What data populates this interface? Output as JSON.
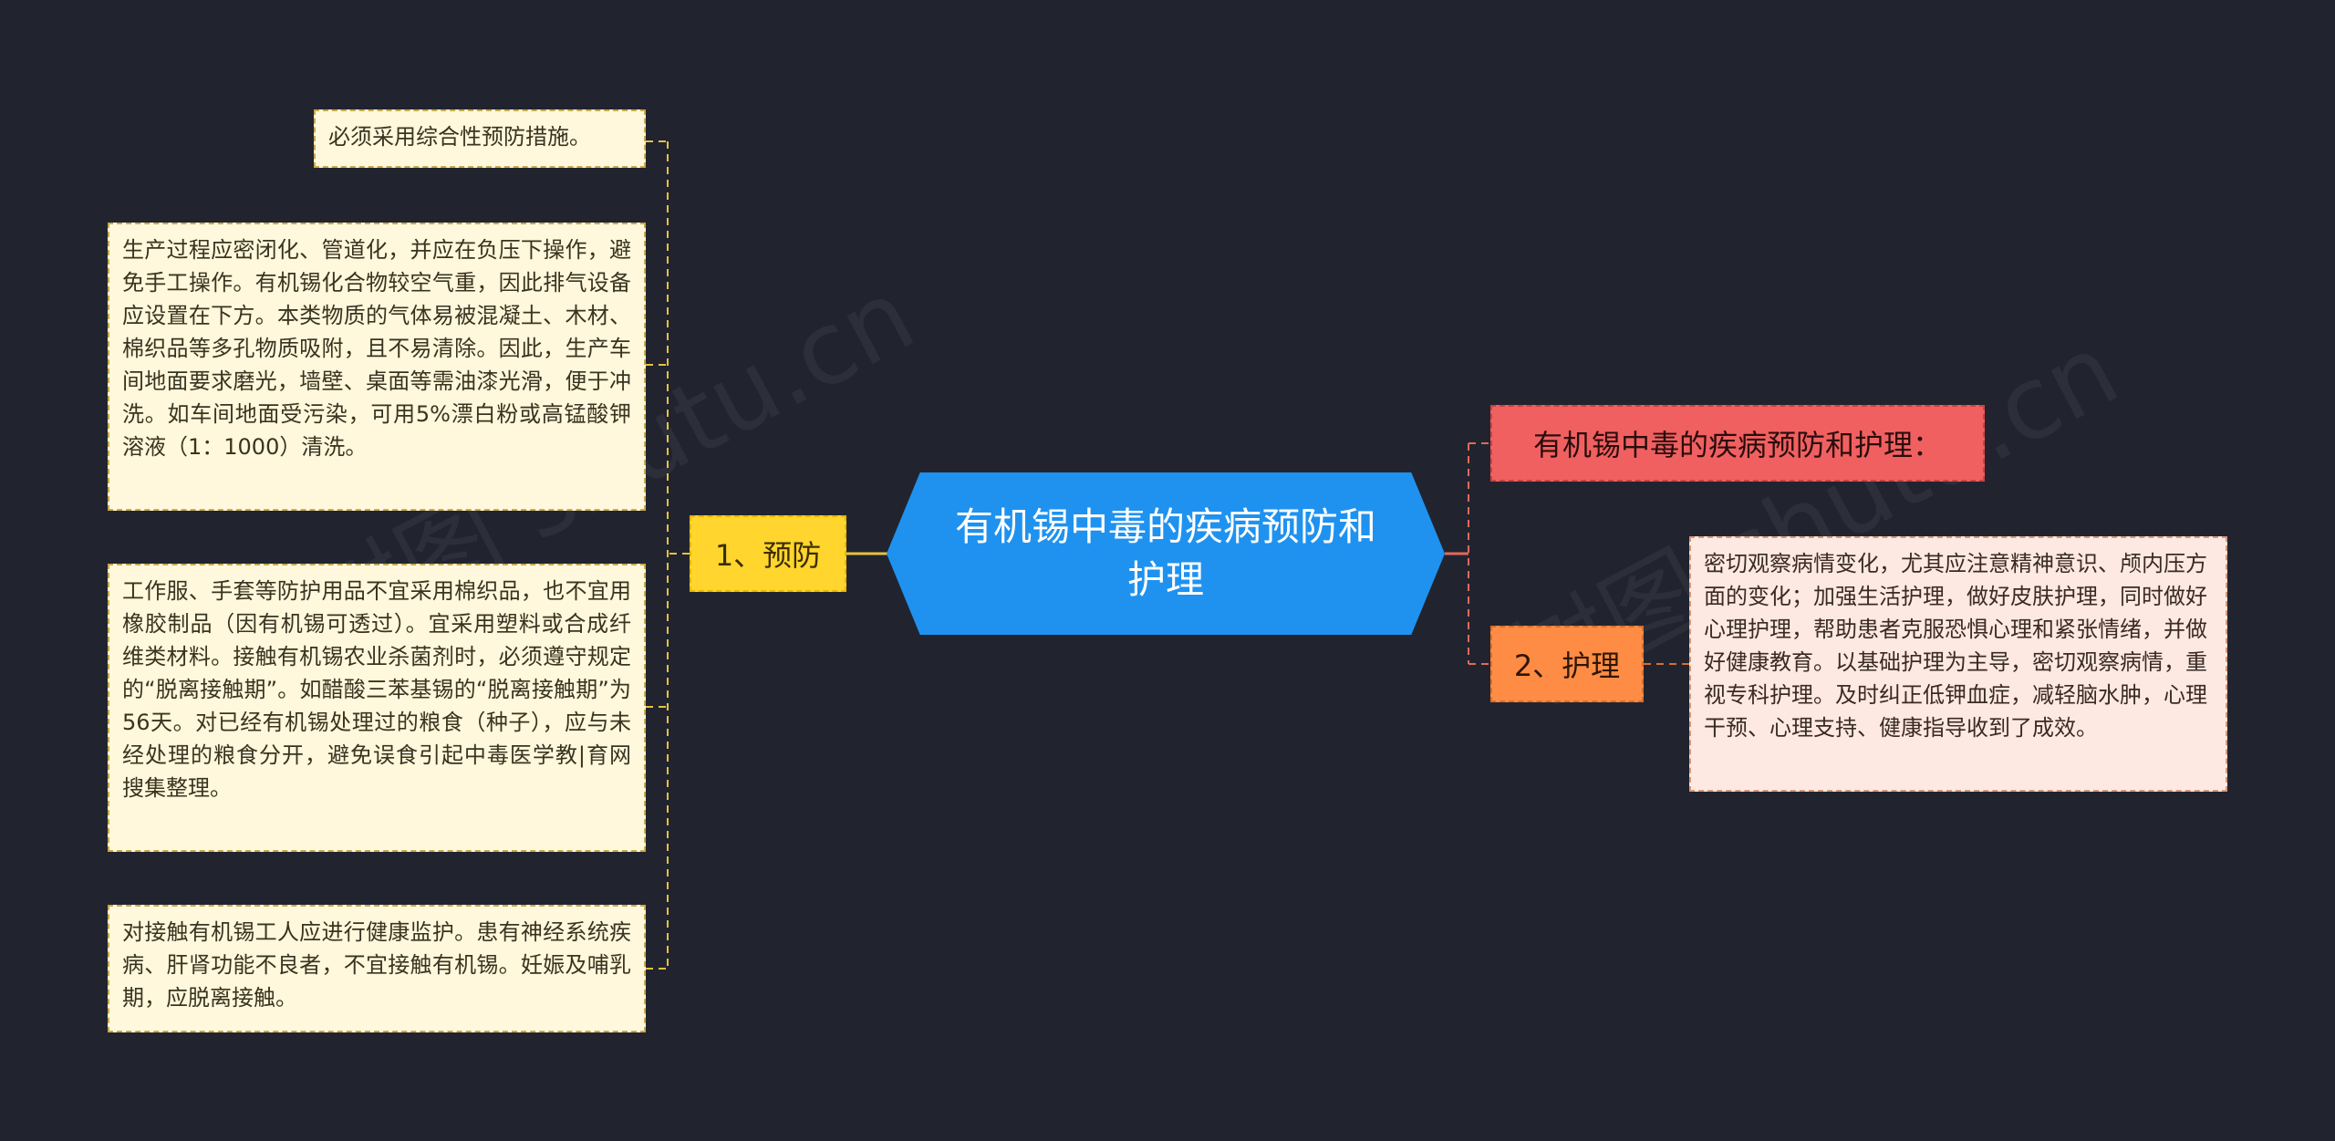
{
  "center": {
    "title": "有机锡中毒的疾病预防和护理"
  },
  "left_branch": {
    "label": "1、预防",
    "leaves": [
      "必须采用综合性预防措施。",
      "生产过程应密闭化、管道化，并应在负压下操作，避免手工操作。有机锡化合物较空气重，因此排气设备应设置在下方。本类物质的气体易被混凝土、木材、棉织品等多孔物质吸附，且不易清除。因此，生产车间地面要求磨光，墙壁、桌面等需油漆光滑，便于冲洗。如车间地面受污染，可用5%漂白粉或高锰酸钾溶液（1：1000）清洗。",
      "工作服、手套等防护用品不宜采用棉织品，也不宜用橡胶制品（因有机锡可透过）。宜采用塑料或合成纤维类材料。接触有机锡农业杀菌剂时，必须遵守规定的“脱离接触期”。如醋酸三苯基锡的“脱离接触期”为56天。对已经有机锡处理过的粮食（种子），应与未经处理的粮食分开，避免误食引起中毒医学教|育网搜集整理。",
      "对接触有机锡工人应进行健康监护。患有神经系统疾病、肝肾功能不良者，不宜接触有机锡。妊娠及哺乳期，应脱离接触。"
    ]
  },
  "right_branches": {
    "top_label": "有机锡中毒的疾病预防和护理：",
    "bottom_label": "2、护理",
    "bottom_leaf": "密切观察病情变化，尤其应注意精神意识、颅内压方面的变化；加强生活护理，做好皮肤护理，同时做好心理护理，帮助患者克服恐惧心理和紧张情绪，并做好健康教育。以基础护理为主导，密切观察病情，重视专科护理。及时纠正低钾血症，减轻脑水肿，心理干预、心理支持、健康指导收到了成效。"
  },
  "colors": {
    "background": "#21242f",
    "center": "#1f92f0",
    "left_branch": "#ffd52e",
    "right_top": "#f06060",
    "right_bottom": "#ff8c44",
    "left_connector": "#e8c040",
    "right_connector": "#e06a5a"
  }
}
